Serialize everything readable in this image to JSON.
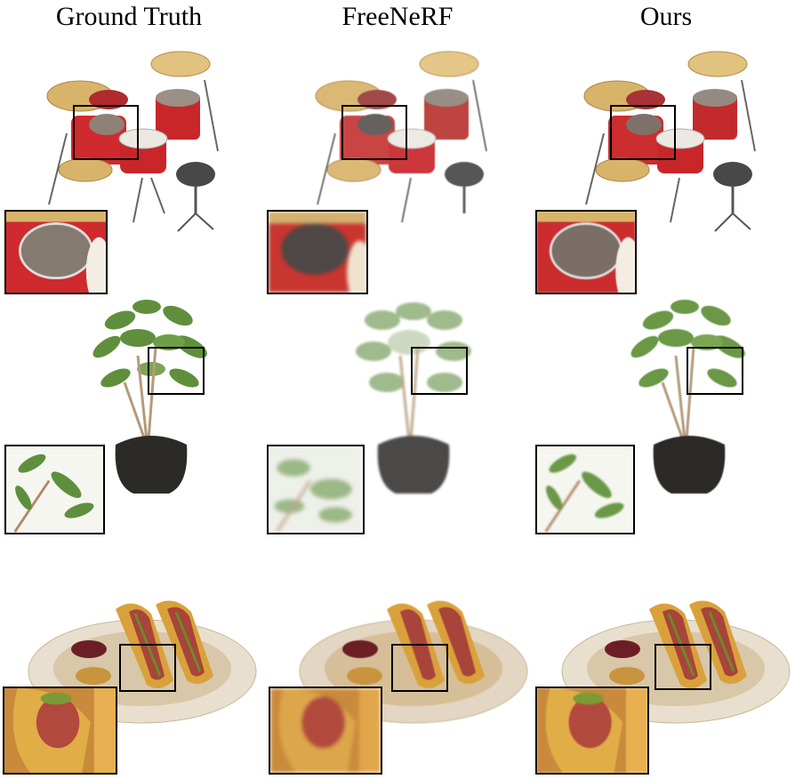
{
  "columns": [
    {
      "title": "Ground Truth"
    },
    {
      "title": "FreeNeRF"
    },
    {
      "title": "Ours"
    }
  ],
  "rows": [
    {
      "scene": "drums-icon"
    },
    {
      "scene": "plant-icon"
    },
    {
      "scene": "hotdog-icon"
    }
  ],
  "colors": {
    "background": "#ffffff",
    "frame": "#000000",
    "drum_red": "#c9262a",
    "cymbal_gold": "#d8b46a",
    "leaf_green": "#5f8f3c",
    "pot_dark": "#2c2a27",
    "plate": "#e9dfcf",
    "bun": "#d9a13b",
    "sausage": "#a8443a"
  }
}
